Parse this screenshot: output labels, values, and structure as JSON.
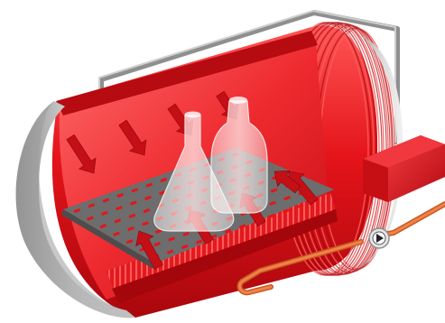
{
  "diagram": {
    "colors": {
      "background": "#ffffff",
      "housing_red": "#e4141a",
      "housing_dark_red": "#a9070d",
      "housing_light_red": "#ff4d4d",
      "shell_grey": "#a9a9a9",
      "shell_light_grey": "#e3e3e3",
      "pipe_grey": "#8f8f8f",
      "tray_grey": "#6d6d6d",
      "arrow_red": "#c50f16",
      "heater_box_red": "#d5141b",
      "return_pipe_orange": "#ee7a3b",
      "glass": "#f6f0f0"
    },
    "parts": [
      "cylindrical-housing",
      "heating-coil",
      "perforated-shelf",
      "glass-flasks",
      "air-flow-arrows",
      "air-duct-pipe",
      "heater-box",
      "circulation-pump",
      "return-pipe"
    ]
  }
}
